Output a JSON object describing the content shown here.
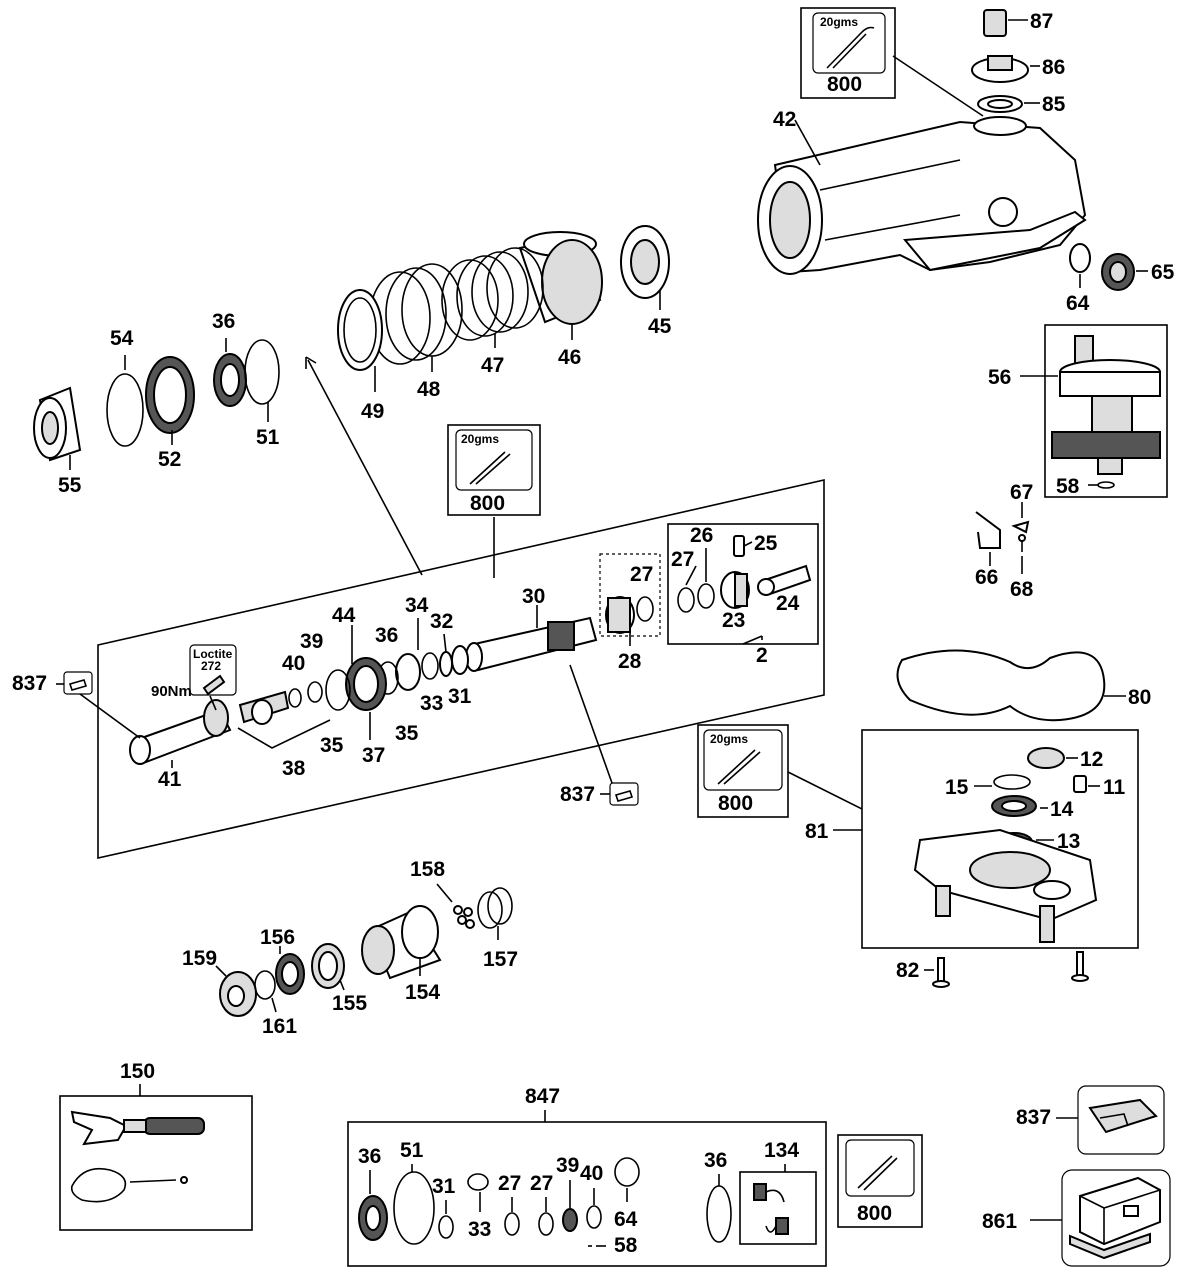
{
  "labels": {
    "l87": "87",
    "l86": "86",
    "l85": "85",
    "l42": "42",
    "l65": "65",
    "l64": "64",
    "l45": "45",
    "l46": "46",
    "l47": "47",
    "l48": "48",
    "l49": "49",
    "l36a": "36",
    "l54": "54",
    "l51a": "51",
    "l52": "52",
    "l55": "55",
    "l56": "56",
    "l58a": "58",
    "l67": "67",
    "l66": "66",
    "l68": "68",
    "l30": "30",
    "l26": "26",
    "l25": "25",
    "l27a": "27",
    "l27b": "27",
    "l23": "23",
    "l24": "24",
    "l28": "28",
    "l2": "2",
    "l34": "34",
    "l32": "32",
    "l44": "44",
    "l36b": "36",
    "l39": "39",
    "l40a": "40",
    "l33a": "33",
    "l31a": "31",
    "l35a": "35",
    "l35b": "35",
    "l37": "37",
    "l38": "38",
    "l41": "41",
    "l837a": "837",
    "l837b": "837",
    "l837c": "837",
    "l80": "80",
    "l12": "12",
    "l15": "15",
    "l11": "11",
    "l14": "14",
    "l81": "81",
    "l13": "13",
    "l82": "82",
    "l158": "158",
    "l156": "156",
    "l159": "159",
    "l157": "157",
    "l154": "154",
    "l155": "155",
    "l161": "161",
    "l150": "150",
    "l847": "847",
    "l861": "861",
    "l36c": "36",
    "l51b": "51",
    "l31b": "31",
    "l27c": "27",
    "l27d": "27",
    "l39b": "39",
    "l40b": "40",
    "l64b": "64",
    "l33b": "33",
    "l58b": "58",
    "l36d": "36",
    "l134": "134"
  },
  "grease_box": {
    "weight": "20gms",
    "code": "800"
  },
  "loctite": {
    "name": "Loctite",
    "grade": "272"
  },
  "torque": "90Nm",
  "icons": [
    "grease-gun-icon",
    "loctite-bottle-icon",
    "service-tag-icon",
    "toolbox-icon"
  ]
}
